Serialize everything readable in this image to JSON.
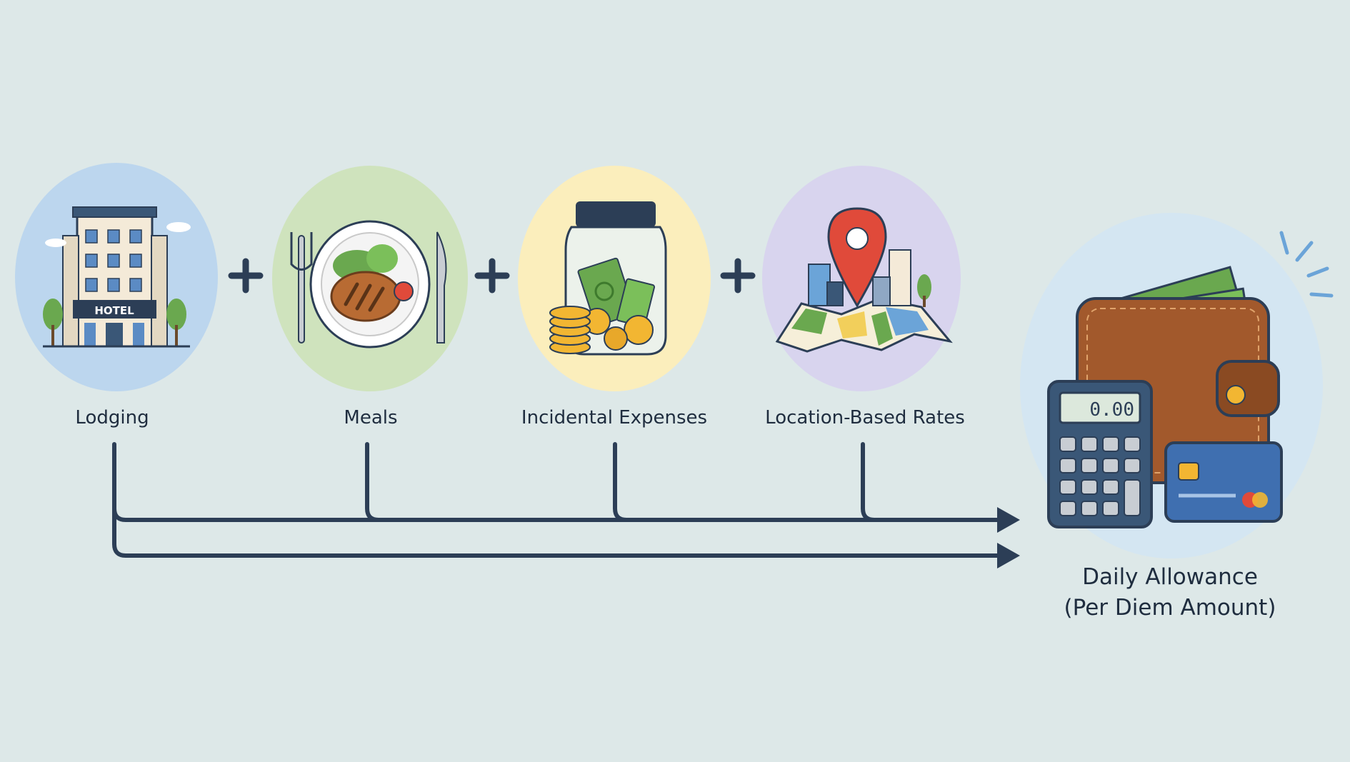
{
  "components": [
    {
      "label": "Lodging",
      "icon": "hotel-icon"
    },
    {
      "label": "Meals",
      "icon": "meal-plate-icon"
    },
    {
      "label": "Incidental Expenses",
      "icon": "money-jar-icon"
    },
    {
      "label": "Location-Based Rates",
      "icon": "map-pin-icon"
    }
  ],
  "operator": "+",
  "hotel_sign": "HOTEL",
  "result": {
    "line1": "Daily Allowance",
    "line2": "(Per Diem Amount)",
    "calculator_display": "0.00",
    "icon": "wallet-icon"
  },
  "colors": {
    "background": "#dde8e8",
    "lodging_circle": "#bcd6ee",
    "meals_circle": "#cfe3bd",
    "incidental_circle": "#fbeebc",
    "location_circle": "#d8d4ee",
    "result_circle": "#d4e6f2",
    "line": "#2c3e56"
  }
}
